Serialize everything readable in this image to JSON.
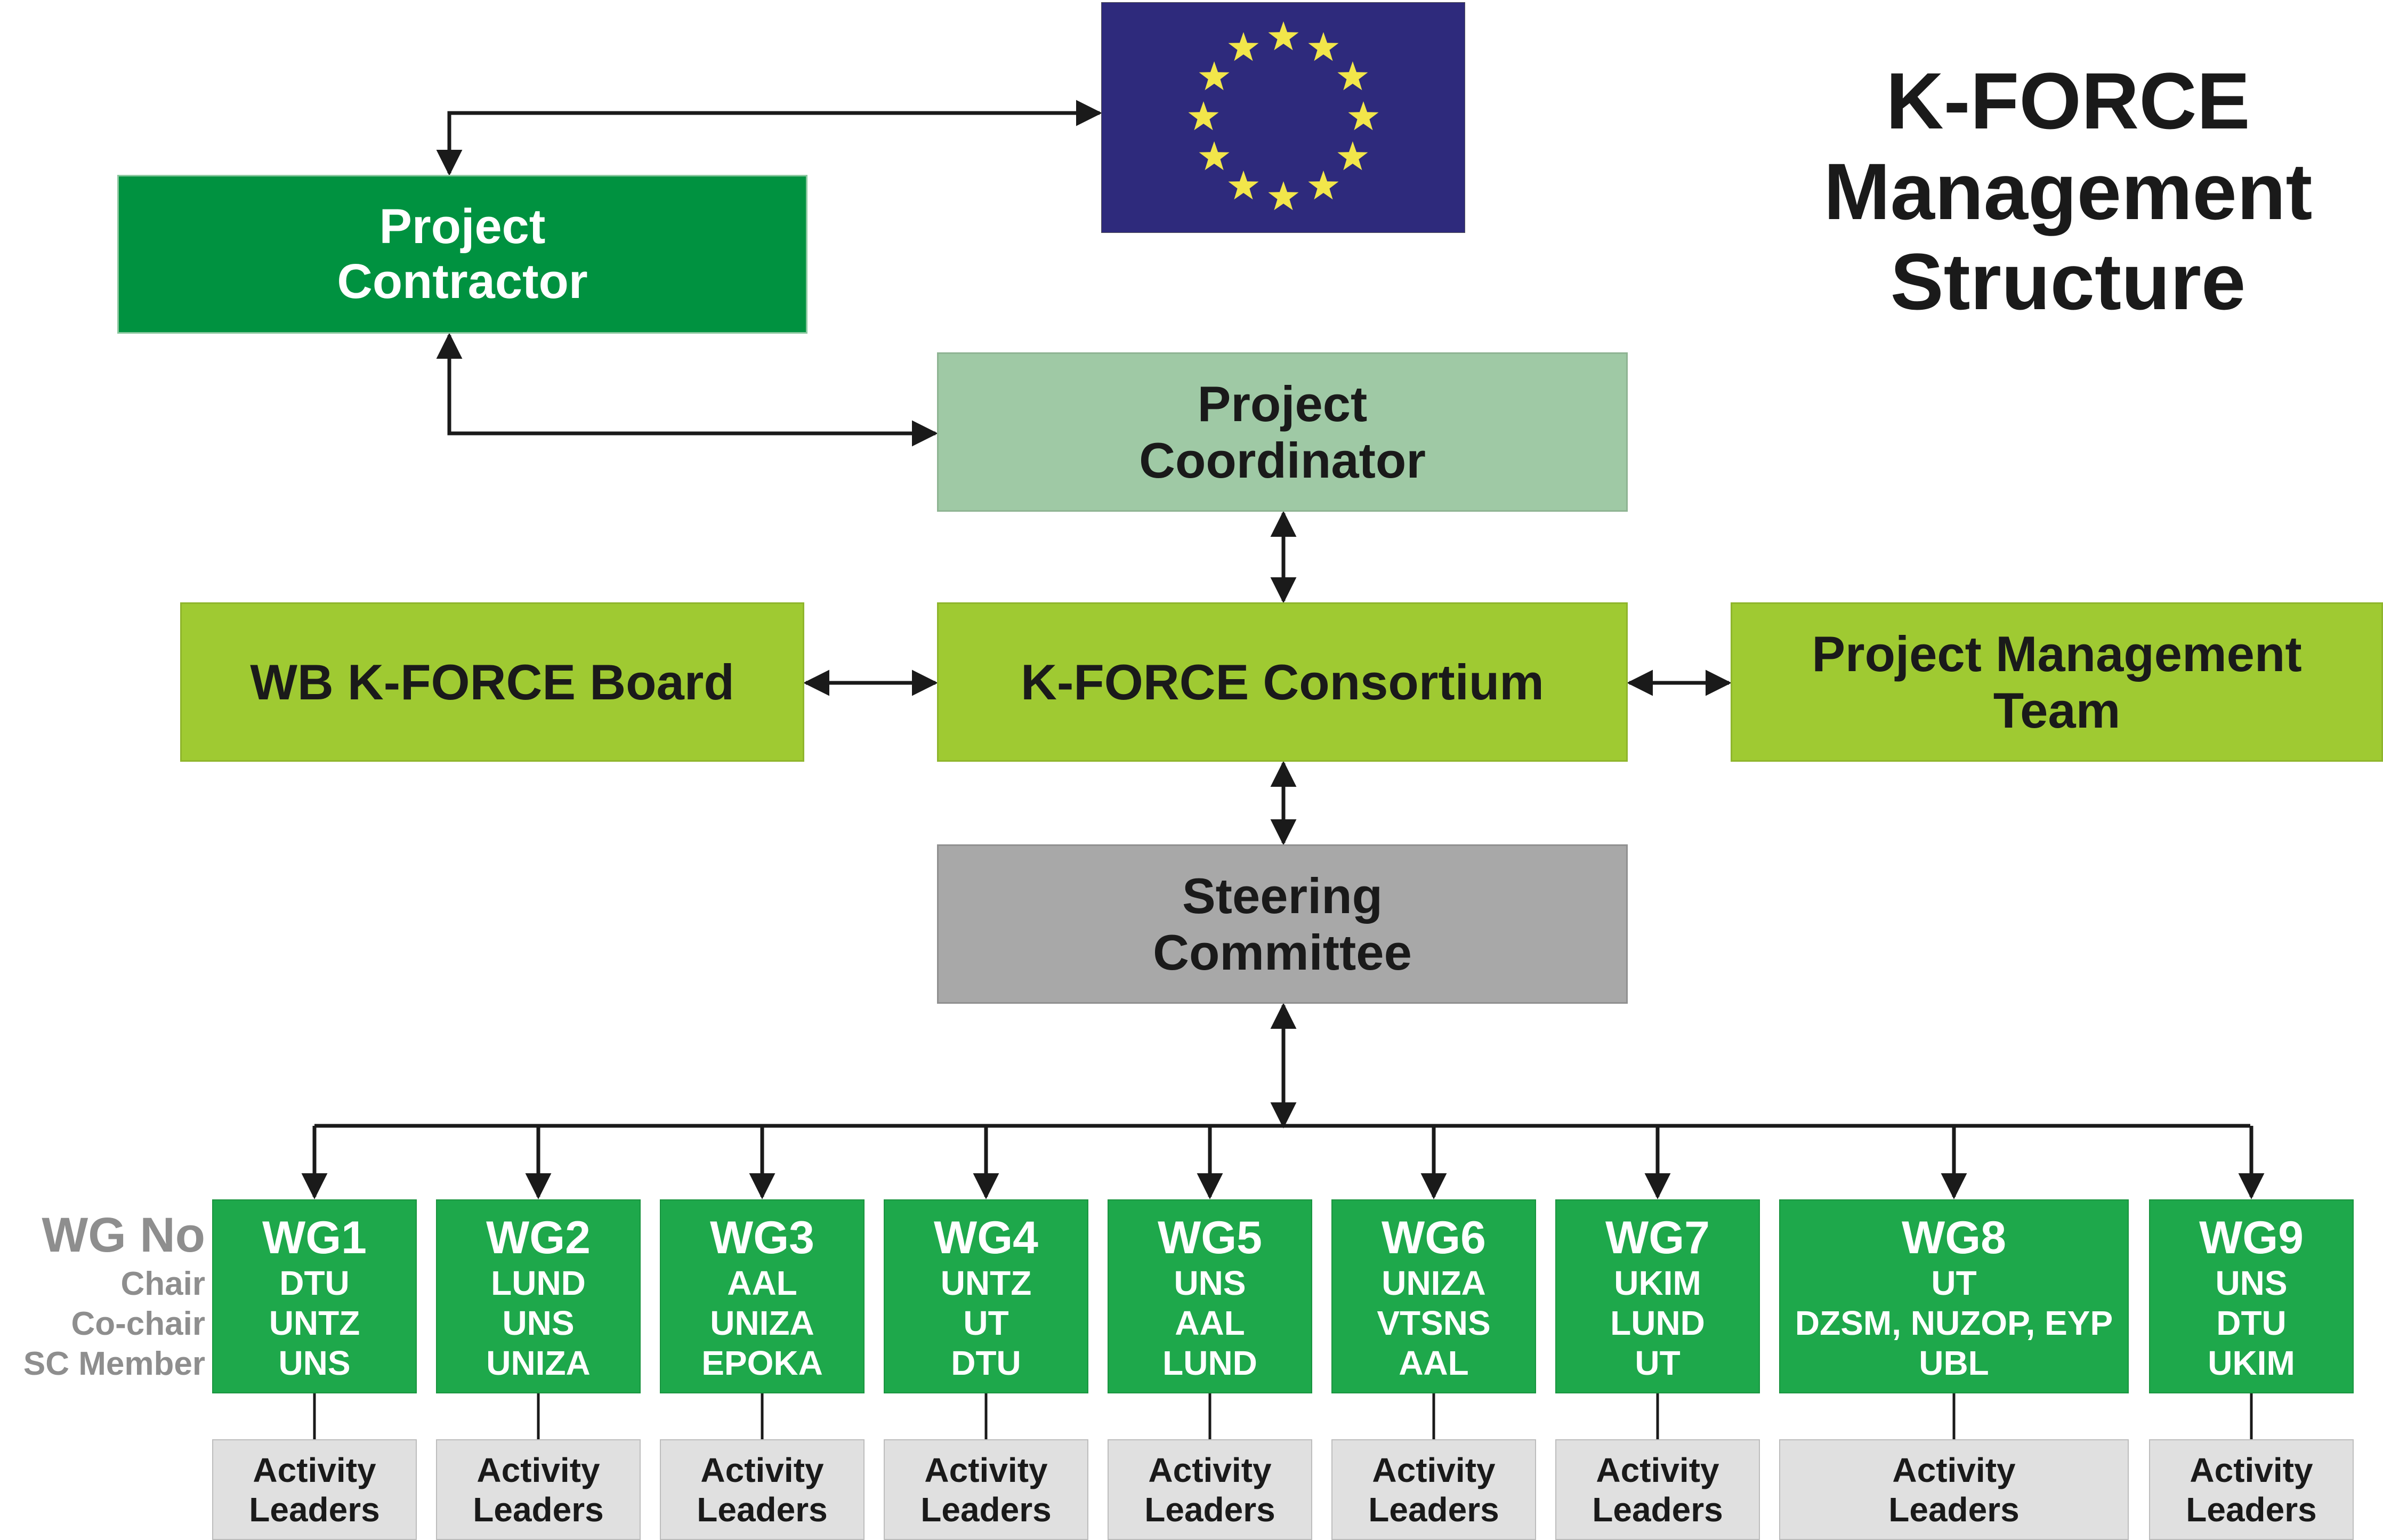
{
  "title": [
    "K-FORCE",
    "Management",
    "Structure"
  ],
  "boxes": {
    "project_contractor": [
      "Project",
      "Contractor"
    ],
    "project_coordinator": [
      "Project",
      "Coordinator"
    ],
    "wb_board": [
      "WB K-FORCE Board"
    ],
    "consortium": [
      "K-FORCE Consortium"
    ],
    "pmt": [
      "Project Management",
      "Team"
    ],
    "steering": [
      "Steering",
      "Committee"
    ]
  },
  "legend": {
    "wg_no": "WG No",
    "chair": "Chair",
    "cochair": "Co-chair",
    "sc_member": "SC Member"
  },
  "working_groups": [
    {
      "name": "WG1",
      "chair": "DTU",
      "cochair": "UNTZ",
      "sc_member": "UNS"
    },
    {
      "name": "WG2",
      "chair": "LUND",
      "cochair": "UNS",
      "sc_member": "UNIZA"
    },
    {
      "name": "WG3",
      "chair": "AAL",
      "cochair": "UNIZA",
      "sc_member": "EPOKA"
    },
    {
      "name": "WG4",
      "chair": "UNTZ",
      "cochair": "UT",
      "sc_member": "DTU"
    },
    {
      "name": "WG5",
      "chair": "UNS",
      "cochair": "AAL",
      "sc_member": "LUND"
    },
    {
      "name": "WG6",
      "chair": "UNIZA",
      "cochair": "VTSNS",
      "sc_member": "AAL"
    },
    {
      "name": "WG7",
      "chair": "UKIM",
      "cochair": "LUND",
      "sc_member": "UT"
    },
    {
      "name": "WG8",
      "chair": "UT",
      "cochair": "DZSM, NUZOP, EYP",
      "sc_member": "UBL"
    },
    {
      "name": "WG9",
      "chair": "UNS",
      "cochair": "DTU",
      "sc_member": "UKIM"
    }
  ],
  "activity_leaders": [
    "Activity",
    "Leaders"
  ],
  "colors": {
    "contractor": "#009240",
    "coordinator": "#9fc9a5",
    "lime": "#9fca32",
    "steering": "#a8a8a8",
    "wg": "#1ea84b",
    "activity": "#e0e0e0",
    "eu_blue": "#2e2a7c",
    "eu_star": "#f2e64a"
  }
}
